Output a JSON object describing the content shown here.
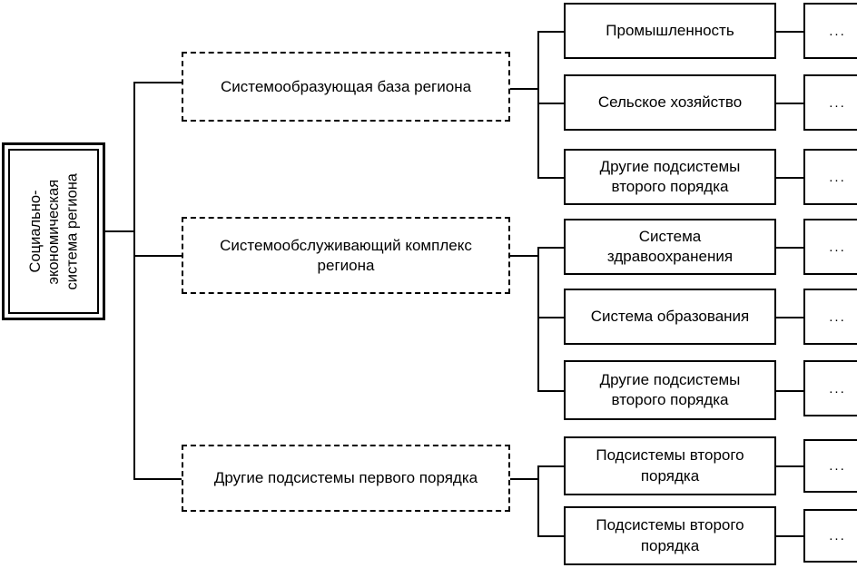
{
  "diagram": {
    "title": "Социально-экономическая система региона",
    "language": "ru",
    "root": {
      "label": "Социально-\nэкономическая\nсистема региона"
    },
    "level1": [
      {
        "label": "Системообразующая база региона"
      },
      {
        "label": "Системообслуживающий комплекс\nрегиона"
      },
      {
        "label": "Другие подсистемы первого порядка"
      }
    ],
    "level2": {
      "group1": [
        {
          "label": "Промышленность"
        },
        {
          "label": "Сельское хозяйство"
        },
        {
          "label": "Другие подсистемы\nвторого порядка"
        }
      ],
      "group2": [
        {
          "label": "Система\nздравоохранения"
        },
        {
          "label": "Система образования"
        },
        {
          "label": "Другие подсистемы\nвторого порядка"
        }
      ],
      "group3": [
        {
          "label": "Подсистемы второго\nпорядка"
        },
        {
          "label": "Подсистемы второго\nпорядка"
        }
      ]
    },
    "level3": {
      "ellipsis": "...",
      "items": [
        {
          "label": "..."
        },
        {
          "label": "..."
        },
        {
          "label": "..."
        },
        {
          "label": "..."
        },
        {
          "label": "..."
        },
        {
          "label": "..."
        },
        {
          "label": "..."
        },
        {
          "label": "..."
        }
      ]
    },
    "colors": {
      "stroke": "#000000",
      "background": "#ffffff",
      "text": "#000000"
    }
  }
}
